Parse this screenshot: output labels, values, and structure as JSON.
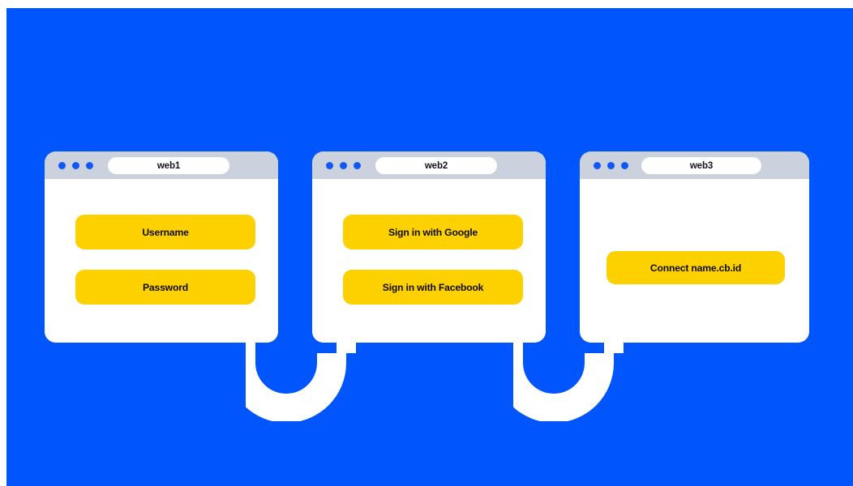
{
  "canvas": {
    "background_color": "#0055fc",
    "page_background_color": "#ffffff"
  },
  "theme": {
    "blue": "#0055fc",
    "yellow": "#fdd000",
    "titlebar_gray": "#ccd2dd",
    "dot_blue": "#1157f5",
    "text_black": "#0d0c10",
    "white": "#ffffff"
  },
  "windows": [
    {
      "id": "web1",
      "tab_label": "web1",
      "buttons": [
        {
          "label": "Username"
        },
        {
          "label": "Password"
        }
      ]
    },
    {
      "id": "web2",
      "tab_label": "web2",
      "buttons": [
        {
          "label": "Sign in with Google"
        },
        {
          "label": "Sign in with Facebook"
        }
      ]
    },
    {
      "id": "web3",
      "tab_label": "web3",
      "buttons": [
        {
          "label": "Connect name.cb.id"
        }
      ]
    }
  ],
  "connectors": [
    {
      "id": "arrow-web1-to-web2",
      "from": "web1",
      "to": "web2",
      "shape": "u-turn-up-arrow",
      "color": "#ffffff"
    },
    {
      "id": "arrow-web2-to-web3",
      "from": "web2",
      "to": "web3",
      "shape": "u-turn-up-arrow",
      "color": "#ffffff"
    }
  ]
}
